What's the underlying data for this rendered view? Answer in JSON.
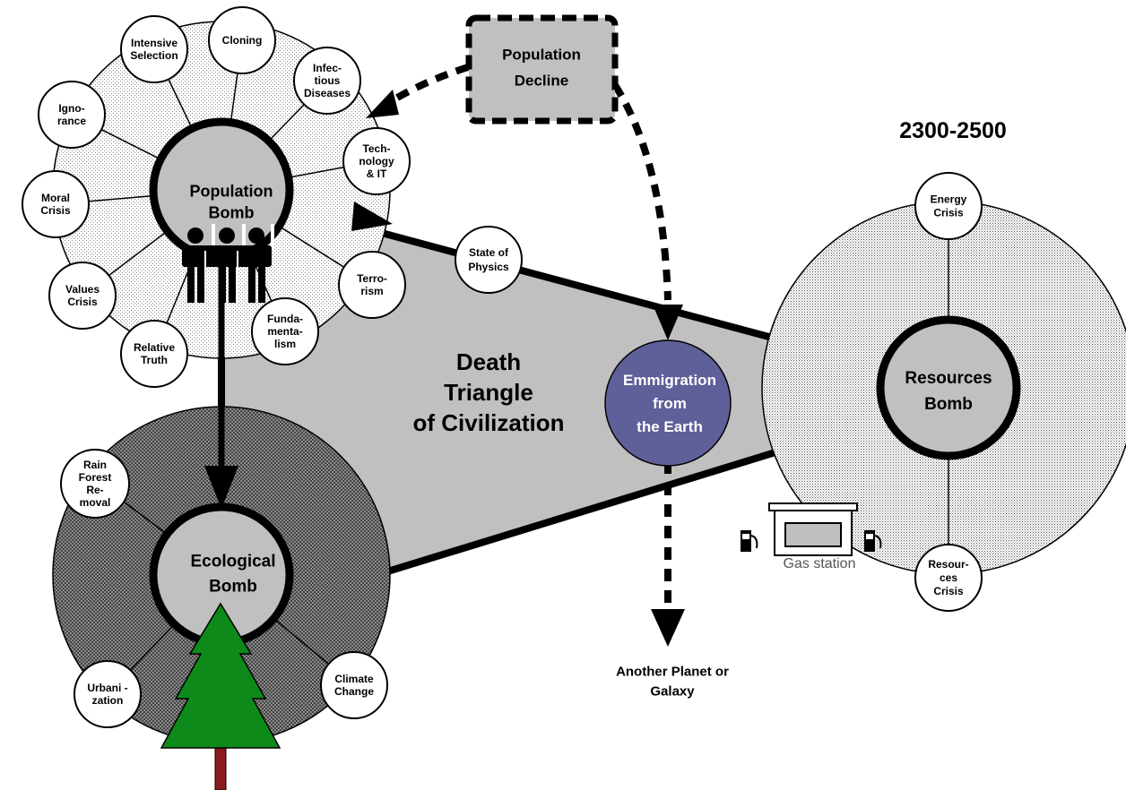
{
  "header": {
    "period": "2300-2500"
  },
  "triangle": {
    "title_lines": [
      "Death",
      "Triangle",
      "of Civilization"
    ]
  },
  "population_bomb": {
    "label_lines": [
      "Population",
      "Bomb"
    ],
    "satellites": [
      {
        "key": "intensive_selection",
        "lines": [
          "Intensive",
          "Selection"
        ]
      },
      {
        "key": "cloning",
        "lines": [
          "Cloning"
        ]
      },
      {
        "key": "infectious_diseases",
        "lines": [
          "Infec-",
          "tious",
          "Diseases"
        ]
      },
      {
        "key": "technology_it",
        "lines": [
          "Tech-",
          "nology",
          "& IT"
        ]
      },
      {
        "key": "terrorism",
        "lines": [
          "Terro-",
          "rism"
        ]
      },
      {
        "key": "fundamentalism",
        "lines": [
          "Funda-",
          "menta-",
          "lism"
        ]
      },
      {
        "key": "relative_truth",
        "lines": [
          "Relative",
          "Truth"
        ]
      },
      {
        "key": "values_crisis",
        "lines": [
          "Values",
          "Crisis"
        ]
      },
      {
        "key": "moral_crisis",
        "lines": [
          "Moral",
          "Crisis"
        ]
      },
      {
        "key": "ignorance",
        "lines": [
          "Igno-",
          "rance"
        ]
      }
    ]
  },
  "population_decline": {
    "lines": [
      "Population",
      "Decline"
    ]
  },
  "state_of_physics": {
    "lines": [
      "State of",
      "Physics"
    ]
  },
  "emigration": {
    "lines": [
      "Emmigration",
      "from",
      "the Earth"
    ],
    "fill": "#5f5f99"
  },
  "destination": {
    "lines": [
      "Another Planet or",
      "Galaxy"
    ]
  },
  "ecological_bomb": {
    "label_lines": [
      "Ecological",
      "Bomb"
    ],
    "satellites": [
      {
        "key": "rain_forest",
        "lines": [
          "Rain",
          "Forest",
          "Re-",
          "moval"
        ]
      },
      {
        "key": "climate_change",
        "lines": [
          "Climate",
          "Change"
        ]
      },
      {
        "key": "urbanization",
        "lines": [
          "Urbani -",
          "zation"
        ]
      }
    ],
    "tree_color": "#0d8a1a"
  },
  "resources_bomb": {
    "label_lines": [
      "Resources",
      "Bomb"
    ],
    "satellites": [
      {
        "key": "energy_crisis",
        "lines": [
          "Energy",
          "Crisis"
        ]
      },
      {
        "key": "resources_crisis",
        "lines": [
          "Resour-",
          "ces",
          "Crisis"
        ]
      }
    ]
  },
  "gas_station": {
    "label": "Gas station"
  },
  "colors": {
    "node_gray": "#c0c0c0",
    "triangle_gray": "#c0c0c0"
  }
}
